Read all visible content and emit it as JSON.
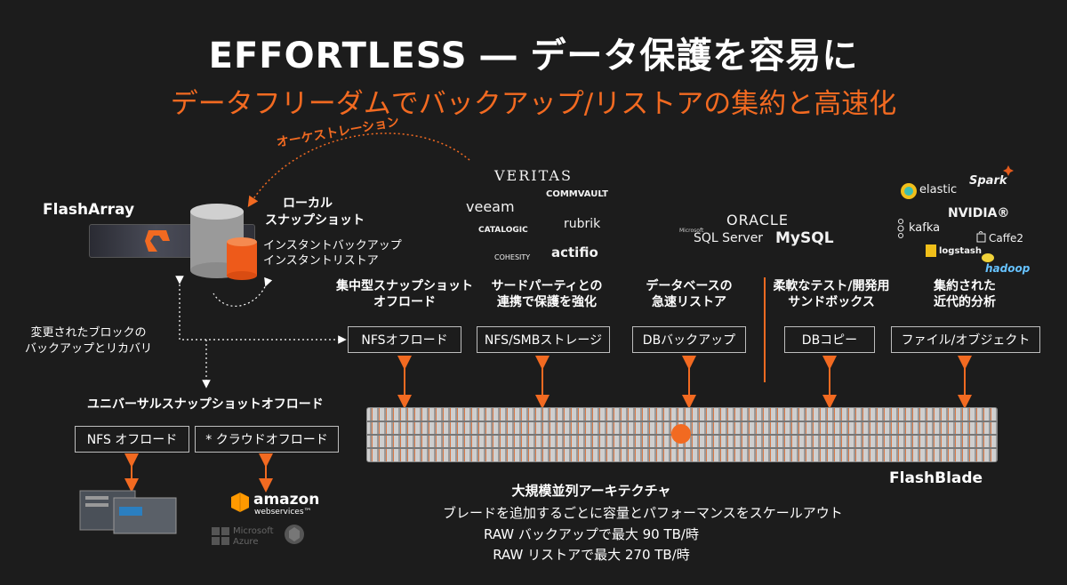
{
  "title": "EFFORTLESS ― データ保護を容易に",
  "subtitle": "データフリーダムでバックアップ/リストアの集約と高速化",
  "orchestration_label": "オーケストレーション",
  "flasharray": {
    "label": "FlashArray",
    "snapshot_label_1": "ローカル",
    "snapshot_label_2": "スナップショット",
    "instant_backup": "インスタントバックアップ",
    "instant_restore": "インスタントリストア"
  },
  "changed_blocks": [
    "変更されたブロックの",
    "バックアップとリカバリ"
  ],
  "universal": {
    "title": "ユニバーサルスナップショットオフロード",
    "nfs_box": "NFS オフロード",
    "cloud_box": "* クラウドオフロード"
  },
  "cloud_logos": {
    "amazon": "amazon",
    "amazon_sub": "webservices™",
    "azure_1": "Microsoft",
    "azure_2": "Azure"
  },
  "columns": [
    {
      "cap1": "集中型スナップショット",
      "cap2": "オフロード",
      "box": "NFSオフロード"
    },
    {
      "cap1": "サードパーティとの",
      "cap2": "連携で保護を強化",
      "box": "NFS/SMBストレージ"
    },
    {
      "cap1": "データベースの",
      "cap2": "急速リストア",
      "box": "DBバックアップ"
    },
    {
      "cap1": "柔軟なテスト/開発用",
      "cap2": "サンドボックス",
      "box": "DBコピー"
    },
    {
      "cap1": "集約された",
      "cap2": "近代的分析",
      "box": "ファイル/オブジェクト"
    }
  ],
  "backup_logos": {
    "veritas": "VERITAS",
    "commvault": "COMMVAULT",
    "veeam": "veeam",
    "rubrik": "rubrik",
    "catalogic": "CATALOGIC",
    "cohesity": "COHESITY",
    "actifio": "actifio"
  },
  "db_logos": {
    "oracle": "ORACLE",
    "sqlserver": "SQL Server",
    "microsoft": "Microsoft",
    "mysql": "MySQL"
  },
  "analytics_logos": {
    "elastic": "elastic",
    "spark": "Spark",
    "nvidia": "NVIDIA®",
    "kafka": "kafka",
    "caffe": "Caffe2",
    "logstash": "logstash",
    "hadoop": "hadoop"
  },
  "flashblade": {
    "label": "FlashBlade",
    "arch_title": "大規模並列アーキテクチャ",
    "line1": "ブレードを追加するごとに容量とパフォーマンスをスケールアウト",
    "line2": "RAW バックアップで最大 90 TB/時",
    "line3": "RAW リストアで最大 270 TB/時"
  },
  "colors": {
    "accent": "#f26a21",
    "background": "#1c1c1c"
  }
}
